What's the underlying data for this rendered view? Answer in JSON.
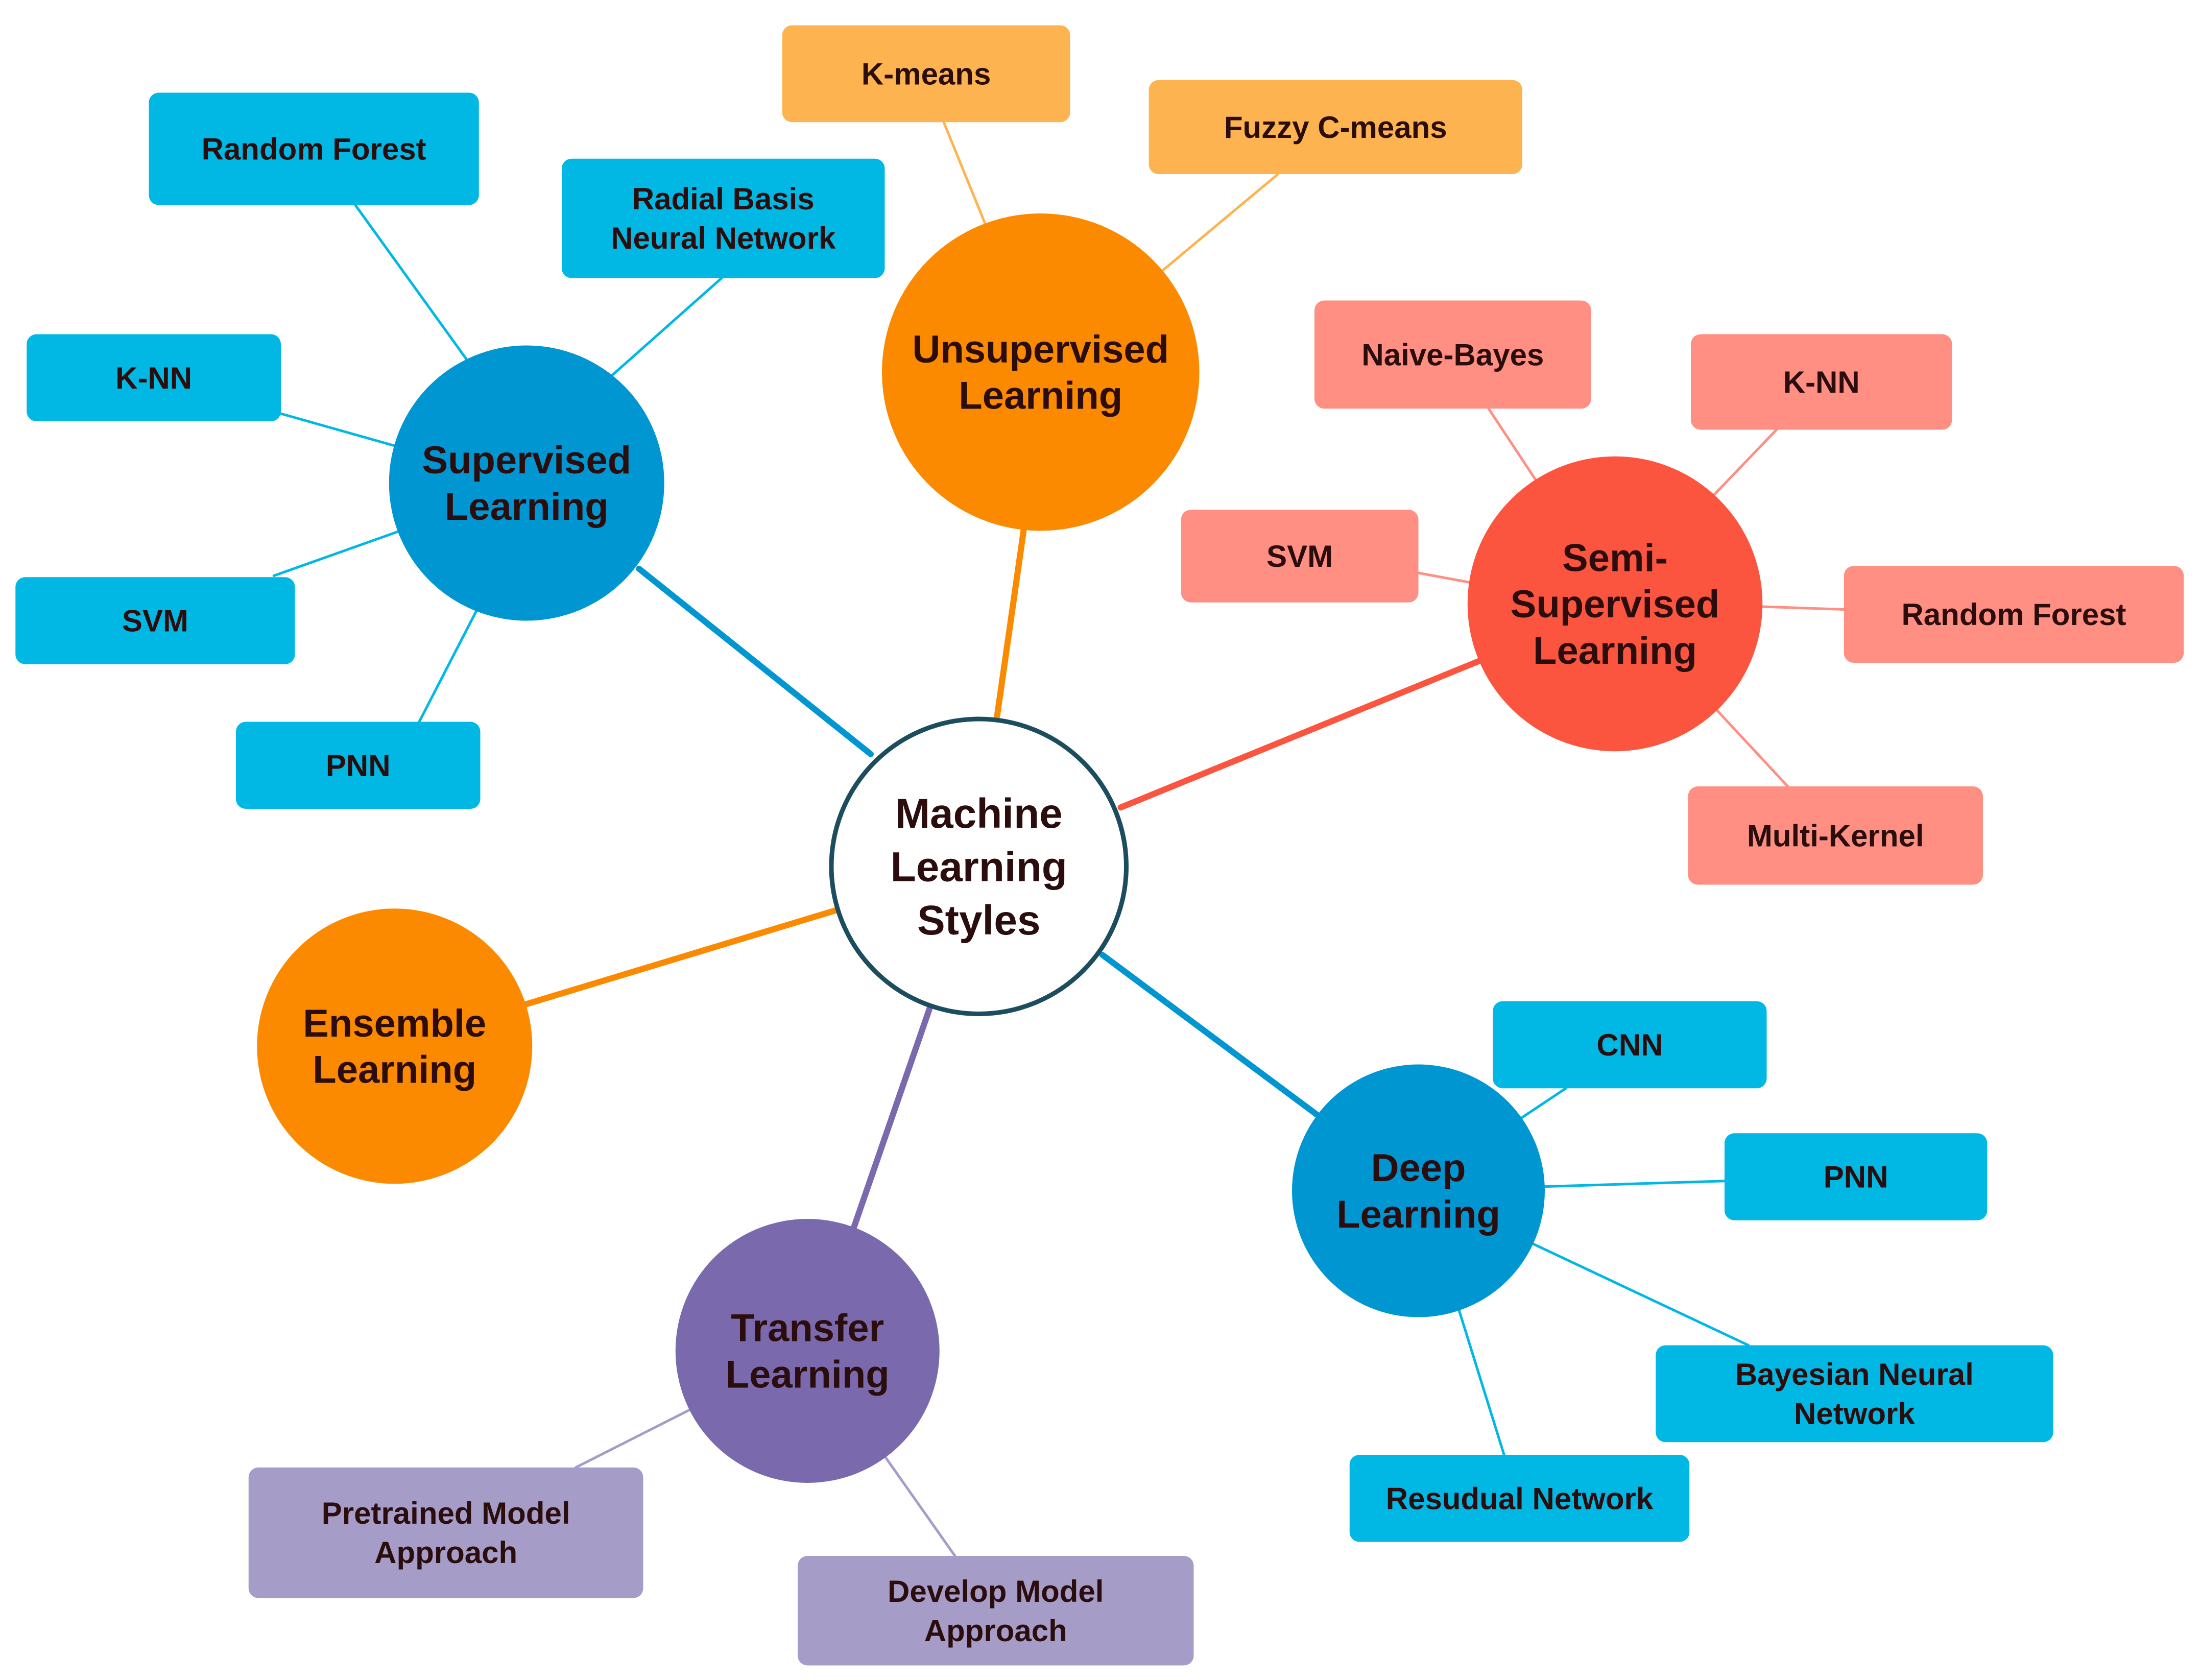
{
  "center": {
    "label": [
      "Machine",
      "Learning",
      "Styles"
    ]
  },
  "colors": {
    "supervised": "#0096d2",
    "supervised_leaf": "#00b8e3",
    "unsupervised": "#fb8a00",
    "unsupervised_leaf": "#fdb450",
    "semi": "#fb5540",
    "semi_leaf": "#fe8f82",
    "ensemble": "#fb8a00",
    "transfer": "#7b69ad",
    "transfer_leaf": "#a59cc8",
    "deep": "#0096d2",
    "deep_leaf": "#00b8e3",
    "center_border": "#1c4d5e"
  },
  "supervised": {
    "label": [
      "Supervised",
      "Learning"
    ],
    "leaves": [
      [
        "Random Forest"
      ],
      [
        "Radial Basis",
        "Neural Network"
      ],
      [
        "K-NN"
      ],
      [
        "SVM"
      ],
      [
        "PNN"
      ]
    ]
  },
  "unsupervised": {
    "label": [
      "Unsupervised",
      "Learning"
    ],
    "leaves": [
      [
        "K-means"
      ],
      [
        "Fuzzy C-means"
      ]
    ]
  },
  "semi": {
    "label": [
      "Semi-",
      "Supervised",
      "Learning"
    ],
    "leaves": [
      [
        "Naive-Bayes"
      ],
      [
        "K-NN"
      ],
      [
        "SVM"
      ],
      [
        "Random Forest"
      ],
      [
        "Multi-Kernel"
      ]
    ]
  },
  "ensemble": {
    "label": [
      "Ensemble",
      "Learning"
    ]
  },
  "transfer": {
    "label": [
      "Transfer",
      "Learning"
    ],
    "leaves": [
      [
        "Pretrained Model",
        "Approach"
      ],
      [
        "Develop Model",
        "Approach"
      ]
    ]
  },
  "deep": {
    "label": [
      "Deep",
      "Learning"
    ],
    "leaves": [
      [
        "CNN"
      ],
      [
        "PNN"
      ],
      [
        "Bayesian Neural",
        "Network"
      ],
      [
        "Resudual Network"
      ]
    ]
  }
}
